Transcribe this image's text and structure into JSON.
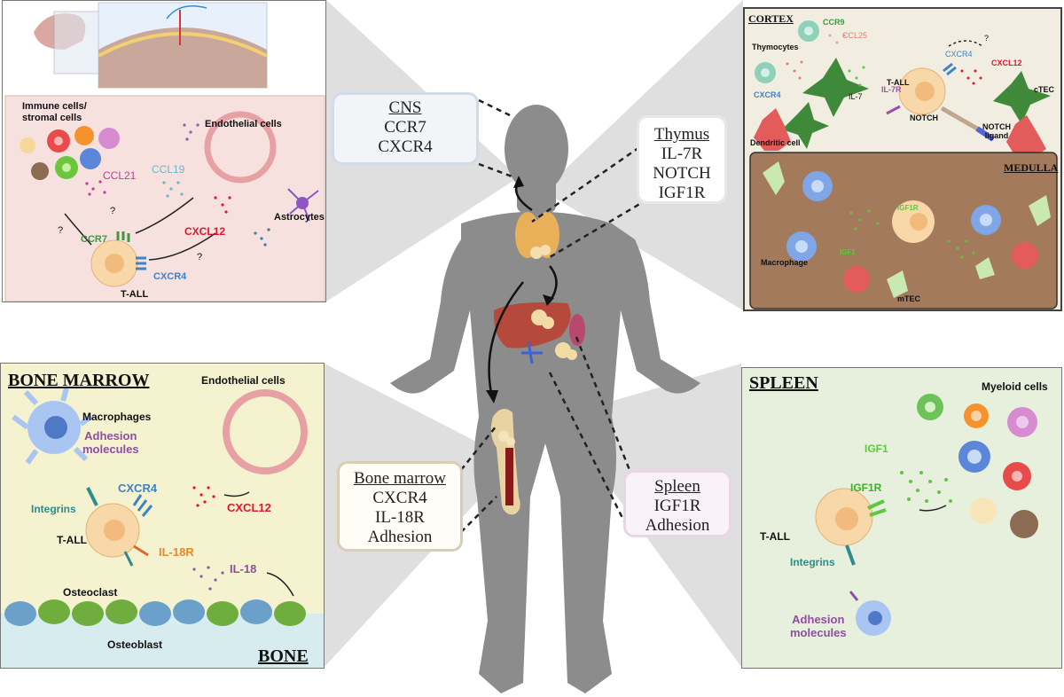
{
  "colors": {
    "cns_panel_bg": "#f6e1df",
    "thymus_cortex_bg": "#f1ede0",
    "thymus_medulla_bg": "#a47a5c",
    "bone_marrow_bg": "#f4f2cf",
    "bone_bg": "#d6ecef",
    "spleen_bg": "#e7efdd",
    "body": "#8c8c8c",
    "cxcl12": "#e2162b",
    "igf1": "#5cc840",
    "ccl21": "#c53a9c",
    "ccl19": "#6fb6c9",
    "cxcr4": "#3f82c6",
    "ccr7": "#3d9a3f"
  },
  "cns": {
    "label_immune": "Immune cells/\nstromal cells",
    "label_endothelial": "Endothelial cells",
    "label_astrocytes": "Astrocytes",
    "ccl21": "CCL21",
    "ccl19": "CCL19",
    "cxcl12": "CXCL12",
    "ccr7": "CCR7",
    "cxcr4": "CXCR4",
    "tall": "T-ALL",
    "q1": "?",
    "q2": "?",
    "q3": "?"
  },
  "thymus": {
    "cortex": "CORTEX",
    "ccr9": "CCR9",
    "ccl25": "CCL25",
    "thymocytes": "Thymocytes",
    "cxcr4_left": "CXCR4",
    "il7": "IL-7",
    "tall": "T-ALL",
    "cxcr4": "CXCR4",
    "cxcl12": "CXCL12",
    "q": "?",
    "il7r": "IL-7R",
    "notch": "NOTCH",
    "ctec": "cTEC",
    "notch_ligand": "NOTCH\nligand",
    "dendritic": "Dendritic cell",
    "medulla": "MEDULLA",
    "igf1r": "IGF1R",
    "macrophage": "Macrophage",
    "igf1": "IGF1",
    "mtec": "mTEC"
  },
  "bone_marrow": {
    "title": "BONE MARROW",
    "endothelial": "Endothelial cells",
    "macrophages": "Macrophages",
    "adhesion": "Adhesion\nmolecules",
    "cxcr4": "CXCR4",
    "integrins": "Integrins",
    "cxcl12": "CXCL12",
    "tall": "T-ALL",
    "il18r": "IL-18R",
    "il18": "IL-18",
    "osteoclast": "Osteoclast",
    "osteoblast": "Osteoblast",
    "bone": "BONE"
  },
  "spleen": {
    "title": "SPLEEN",
    "myeloid": "Myeloid cells",
    "igf1": "IGF1",
    "igf1r": "IGF1R",
    "tall": "T-ALL",
    "integrins": "Integrins",
    "adhesion": "Adhesion\nmolecules"
  },
  "tags": {
    "cns": {
      "title": "CNS",
      "l1": "CCR7",
      "l2": "CXCR4"
    },
    "thymus": {
      "title": "Thymus",
      "l1": "IL-7R",
      "l2": "NOTCH",
      "l3": "IGF1R"
    },
    "bone": {
      "title": "Bone marrow",
      "l1": "CXCR4",
      "l2": "IL-18R",
      "l3": "Adhesion"
    },
    "spleen": {
      "title": "Spleen",
      "l1": "IGF1R",
      "l2": "Adhesion"
    }
  }
}
